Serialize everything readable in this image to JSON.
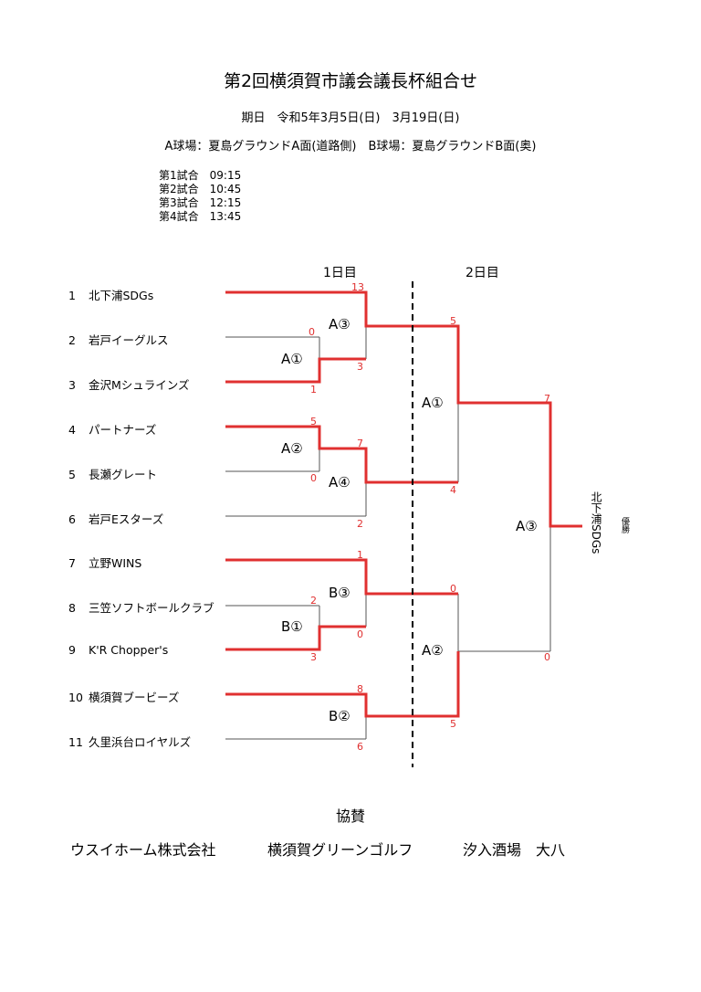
{
  "header": {
    "title": "第2回横須賀市議会議長杯組合せ",
    "dates": "期日　令和5年3月5日(日)　3月19日(日)",
    "venues": "A球場：夏島グラウンドA面(道路側)　B球場：夏島グラウンドB面(奥)"
  },
  "schedule": [
    "第1試合　09:15",
    "第2試合　10:45",
    "第3試合　12:15",
    "第4試合　13:45"
  ],
  "days": {
    "day1": "1日目",
    "day2": "2日目"
  },
  "teams": [
    {
      "num": "1",
      "name": "北下浦SDGs"
    },
    {
      "num": "2",
      "name": "岩戸イーグルス"
    },
    {
      "num": "3",
      "name": "金沢Mシュラインズ"
    },
    {
      "num": "4",
      "name": "パートナーズ"
    },
    {
      "num": "5",
      "name": "長瀬グレート"
    },
    {
      "num": "6",
      "name": "岩戸Eスターズ"
    },
    {
      "num": "7",
      "name": "立野WINS"
    },
    {
      "num": "8",
      "name": "三笠ソフトボールクラブ"
    },
    {
      "num": "9",
      "name": "K'R Chopper's"
    },
    {
      "num": "10",
      "name": "横須賀ブービーズ"
    },
    {
      "num": "11",
      "name": "久里浜台ロイヤルズ"
    }
  ],
  "games": {
    "a1_r1": "A①",
    "a3_r1": "A③",
    "a2_r1": "A②",
    "a4_r1": "A④",
    "b3_r1": "B③",
    "b1_r1": "B①",
    "b2_r1": "B②",
    "a1_r2": "A①",
    "a2_r2": "A②",
    "a3_final": "A③"
  },
  "scores": {
    "s1": "13",
    "s2": "0",
    "s3": "3",
    "s4": "1",
    "s5": "5",
    "s6": "7",
    "s7": "0",
    "s8": "2",
    "s9": "1",
    "s10": "2",
    "s11": "0",
    "s12": "3",
    "s13": "8",
    "s14": "6",
    "s15": "5",
    "s16": "4",
    "s17": "0",
    "s18": "5",
    "s19": "7",
    "s20": "0"
  },
  "result": {
    "label": "優勝",
    "winner": "北下浦SDGs"
  },
  "sponsors": {
    "title": "協賛",
    "list": [
      "ウスイホーム株式会社",
      "横須賀グリーンゴルフ",
      "汐入酒場　大八"
    ]
  },
  "colors": {
    "win_line": "#e03030",
    "loss_line": "#555555",
    "score": "#e03030"
  }
}
